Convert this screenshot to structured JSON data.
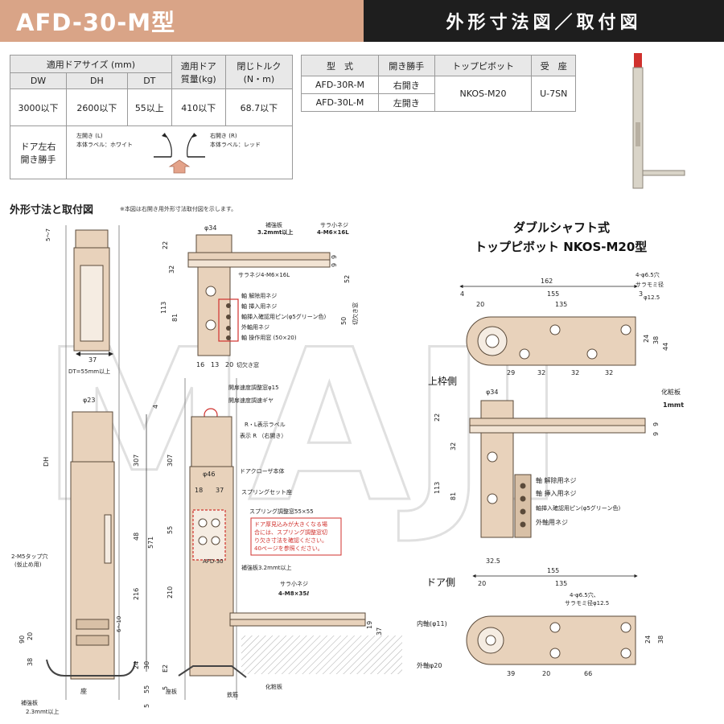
{
  "header": {
    "model_title": "AFD-30-M型",
    "section_title": "外形寸法図／取付図"
  },
  "spec_table": {
    "group_header": "適用ドアサイズ (mm)",
    "col_dw": "DW",
    "col_dh": "DH",
    "col_dt": "DT",
    "col_weight_l1": "適用ドア",
    "col_weight_l2": "質量(kg)",
    "col_torque_l1": "閉じトルク",
    "col_torque_l2": "(N・m)",
    "val_dw": "3000以下",
    "val_dh": "2600以下",
    "val_dt": "55以上",
    "val_weight": "410以下",
    "val_torque": "68.7以下",
    "hand_label_l1": "ドア左右",
    "hand_label_l2": "開き勝手",
    "left_l1": "左開き (L)",
    "left_l2": "本体ラベル：ホワイト",
    "right_l1": "右開き (R)",
    "right_l2": "本体ラベル：レッド"
  },
  "model_table": {
    "col_model": "型　式",
    "col_hand": "開き勝手",
    "col_pivot": "トップピボット",
    "col_seat": "受　座",
    "rows": [
      {
        "model": "AFD-30R-M",
        "hand": "右開き"
      },
      {
        "model": "AFD-30L-M",
        "hand": "左開き"
      }
    ],
    "pivot": "NKOS-M20",
    "seat": "U-7SN"
  },
  "section": {
    "title": "外形寸法と取付図",
    "note": "※本図は右開き用外形寸法取付図を示します。"
  },
  "pivot_title": {
    "l1": "ダブルシャフト式",
    "l2": "トップピボット NKOS-M20型"
  },
  "pivot_plan": {
    "hole_note_l1": "4-φ6.5穴",
    "hole_note_l2": "サラモミ径",
    "hole_note_l3": "φ12.5",
    "d162": "162",
    "d155": "155",
    "d4": "4",
    "d3": "3",
    "d20": "20",
    "d135": "135",
    "d29": "29",
    "d32a": "32",
    "d32b": "32",
    "d32c": "32",
    "d24": "24",
    "d38": "38",
    "d44": "44"
  },
  "upper_frame": {
    "label": "上枠側",
    "phi34": "φ34",
    "d22": "22",
    "d32": "32",
    "d113": "113",
    "d81": "81",
    "d325": "32.5",
    "d9a": "9",
    "d9b": "9",
    "trim_l1": "化粧板",
    "trim_l2": "1mmt",
    "c1": "軸 解除用ネジ",
    "c2": "軸 挿入用ネジ",
    "c3": "軸挿入確認用ピン(φ5グリーン色)",
    "c4": "外軸用ネジ"
  },
  "door_side": {
    "label": "ドア側",
    "d155": "155",
    "d20": "20",
    "d135": "135",
    "hole_l1": "4-φ6.5穴、",
    "hole_l2": "サラモミ径φ12.5",
    "inner": "内軸(φ11)",
    "outer": "外軸φ20",
    "d39": "39",
    "d20b": "20",
    "d66": "66",
    "d24": "24",
    "d38": "38"
  },
  "left_drawing": {
    "d57": "5〜7",
    "d37": "37",
    "dt": "DT=55mm以上",
    "phi23": "φ23",
    "dh": "DH",
    "d307": "307",
    "d48": "48",
    "d571": "571",
    "d216": "216",
    "d610": "6〜10",
    "d24": "24",
    "d30": "30",
    "d55": "55",
    "d5": "5",
    "m5_l1": "2-M5タップ穴",
    "m5_l2": "(仮止め用)",
    "d90": "90",
    "d20": "20",
    "d38": "38",
    "base_label": "座",
    "plate_l1": "補強板",
    "plate_l2": "2.3mmt以上"
  },
  "mid_top": {
    "phi34": "φ34",
    "plate_l1": "補強板",
    "plate_l2": "3.2mmt以上",
    "screw_l1": "サラ小ネジ",
    "screw_l2": "4-M6×16L",
    "screw2": "サラネジ4-M6×16L",
    "d22": "22",
    "d32": "32",
    "d113": "113",
    "d81": "81",
    "d9a": "9",
    "d9b": "9",
    "d52": "52",
    "d50": "50",
    "cut": "切欠き窓",
    "d16": "16",
    "d13": "13",
    "d20": "20",
    "c1": "軸 解除用ネジ",
    "c2": "軸 挿入用ネジ",
    "c3": "軸挿入確認用ピン(φ5グリーン色)",
    "c4": "外軸用ネジ",
    "c5": "軸 操作用窓 (50×20)"
  },
  "mid_body": {
    "c_speed_win": "開扉速度調整窓φ15",
    "c_speed_gear": "開扉速度調速ギヤ",
    "c_rl_l1": "R・L表示ラベル",
    "c_rl_l2": "表示 R （右開き）",
    "d4": "4",
    "d307": "307",
    "phi46": "φ46",
    "d18": "18",
    "d37": "37",
    "c_body": "ドアクローザ本体",
    "c_seat": "スプリングセット座",
    "c_adjust": "スプリング調整窓55×55",
    "d55": "55",
    "warn_l1": "ドア厚見込みが大きくなる場",
    "warn_l2": "合には、スプリング調整窓切",
    "warn_l3": "り欠き寸法を確認ください。",
    "warn_l4": "40ページを参照ください。",
    "d210": "210",
    "plate": "補強板3.2mmt以上",
    "screw_l1": "サラ小ネジ",
    "screw_l2": "4-M8×35ℓ",
    "d19": "19",
    "d37b": "37",
    "e2": "E2",
    "d5": "5",
    "base": "座板",
    "rebar": "鉄筋",
    "trim": "化粧板",
    "model_tag": "AFD-30"
  },
  "colors": {
    "header_left": "#d9a487",
    "header_right": "#1e1e1e",
    "part_fill": "#e8d2bb",
    "part_stroke": "#5a4a3a",
    "red_callout": "#d0312d"
  }
}
